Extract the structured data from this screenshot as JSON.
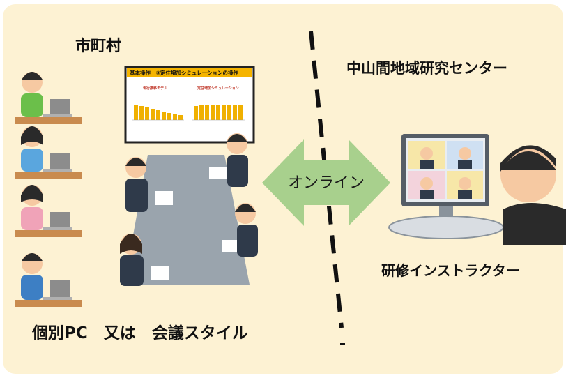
{
  "labels": {
    "municipality": "市町村",
    "center": "中山間地域研究センター",
    "instructor": "研修インストラクター",
    "style": "個別PC　又は　会議スタイル",
    "online": "オンライン"
  },
  "slide": {
    "title": "基本操作　②定住増加シミュレーションの操作",
    "left_heading": "現行推移モデル",
    "right_heading": "定住増加シミュレーション"
  },
  "colors": {
    "background": "#fdf2d3",
    "arrow": "#a8d08d",
    "slide_header": "#f5b400",
    "bars": "#f0b000"
  }
}
